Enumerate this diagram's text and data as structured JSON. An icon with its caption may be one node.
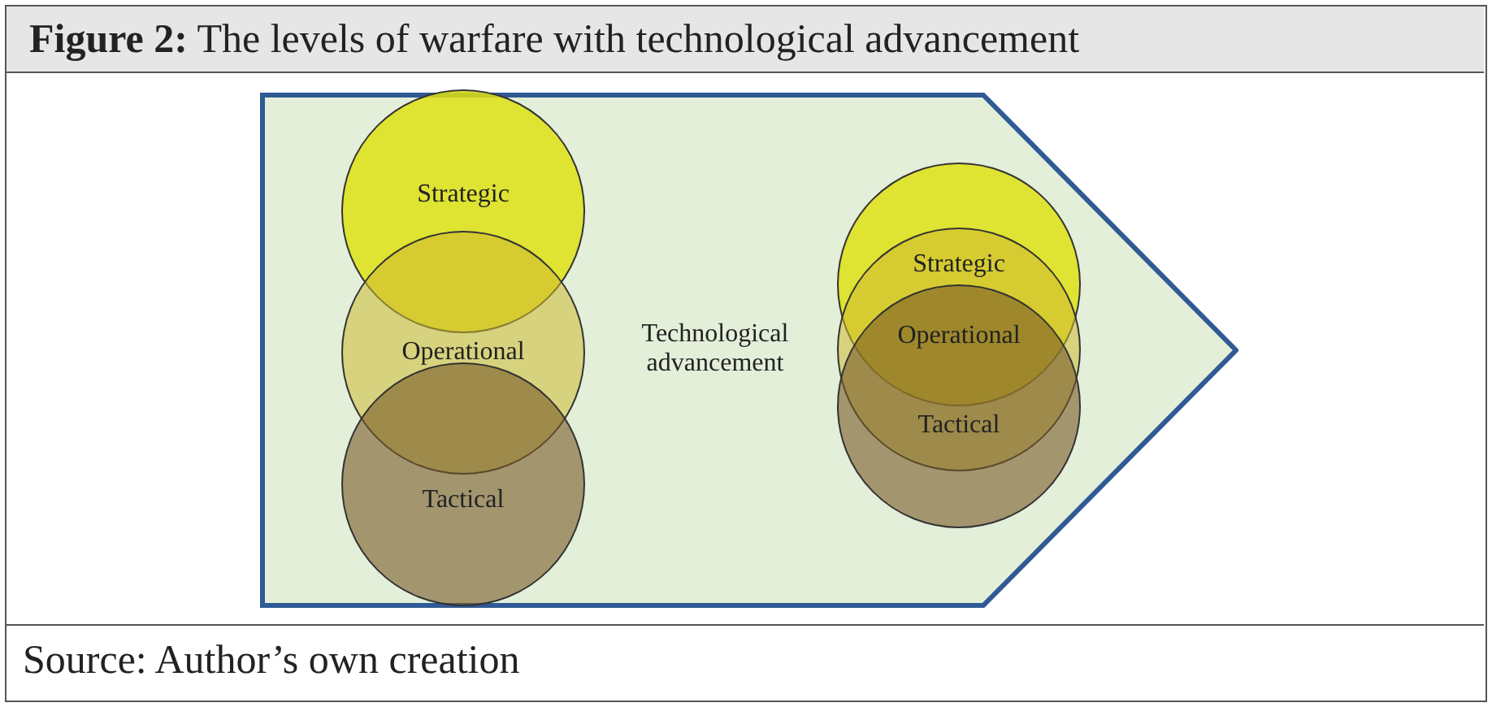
{
  "diagram": {
    "title": "**Figure 2:** The levels of warfare with technological advancement",
    "caption": "Source: Author’s own creation",
    "nodes": [
      {
        "text": [
          "Technological advancement"
        ]
      },
      {
        "text": [
          "Strategic"
        ],
        "in": 0
      },
      {
        "text": [
          "Operational"
        ],
        "in": 0
      },
      {
        "text": [
          "Tactical"
        ],
        "in": 0
      },
      {
        "text": [
          "Strategic"
        ],
        "in": 0
      },
      {
        "text": [
          "Operational"
        ],
        "in": 0
      },
      {
        "text": [
          "Tactical"
        ],
        "in": 0
      }
    ]
  }
}
